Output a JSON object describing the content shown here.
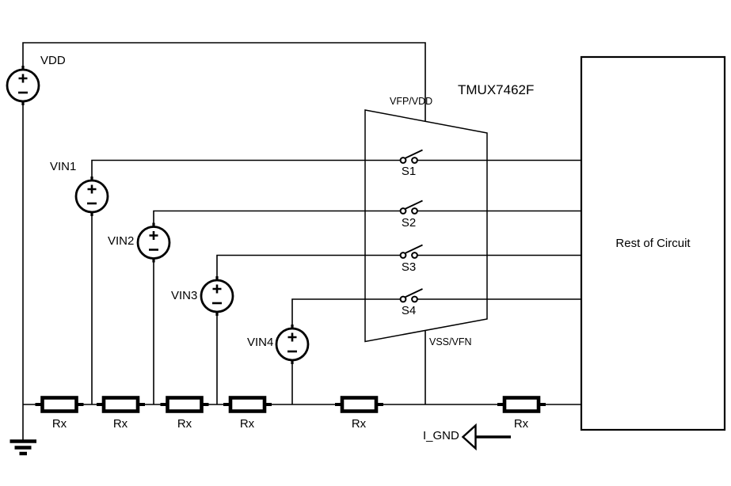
{
  "diagram": {
    "background": "#ffffff",
    "wire_color": "#000000",
    "mux": {
      "part_number": "TMUX7462F",
      "top_pin": "VFP/VDD",
      "bottom_pin": "VSS/VFN",
      "switches": [
        {
          "label": "S1"
        },
        {
          "label": "S2"
        },
        {
          "label": "S3"
        },
        {
          "label": "S4"
        }
      ]
    },
    "sources": [
      {
        "label": "VDD"
      },
      {
        "label": "VIN1"
      },
      {
        "label": "VIN2"
      },
      {
        "label": "VIN3"
      },
      {
        "label": "VIN4"
      }
    ],
    "resistors": [
      {
        "label": "Rx"
      },
      {
        "label": "Rx"
      },
      {
        "label": "Rx"
      },
      {
        "label": "Rx"
      },
      {
        "label": "Rx"
      },
      {
        "label": "Rx"
      }
    ],
    "load_box": {
      "label": "Rest of Circuit"
    },
    "annotations": {
      "ground_current": "I_GND"
    }
  }
}
